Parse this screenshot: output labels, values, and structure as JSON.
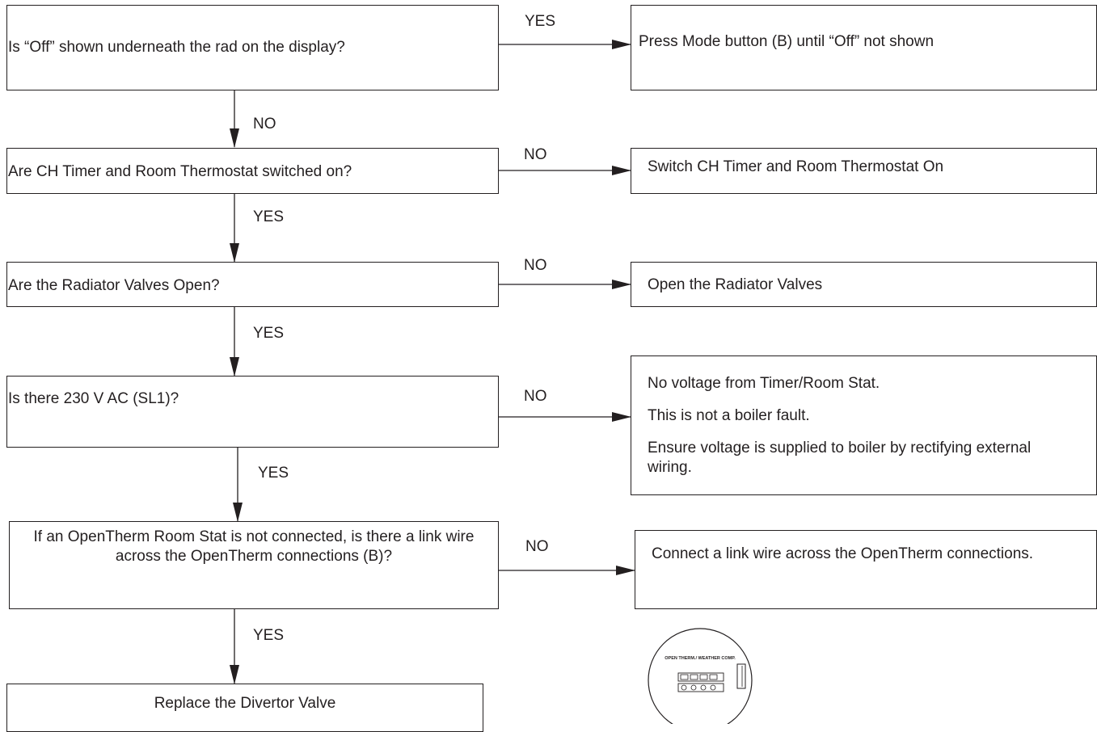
{
  "questions": [
    {
      "text": "Is “Off” shown underneath the rad on the display?"
    },
    {
      "text": "Are CH Timer and Room Thermostat switched on?"
    },
    {
      "text": "Are the Radiator Valves Open?"
    },
    {
      "text": "Is there 230 V AC (SL1)?"
    },
    {
      "text": "If an OpenTherm Room Stat is not connected, is there a link wire across the OpenTherm connections (B)?"
    }
  ],
  "final_action": {
    "text": "Replace the Divertor Valve"
  },
  "actions": [
    {
      "text": "Press Mode button (B) until “Off” not shown"
    },
    {
      "text": "Switch CH Timer and Room Thermostat On"
    },
    {
      "text": "Open the Radiator Valves"
    },
    {
      "lines": [
        "No voltage from Timer/Room Stat.",
        "This is not a boiler fault.",
        "Ensure voltage is supplied to boiler by rectifying external wiring."
      ]
    },
    {
      "text": "Connect a link wire across the OpenTherm connections."
    }
  ],
  "branch_labels": {
    "side": [
      "YES",
      "NO",
      "NO",
      "NO",
      "NO"
    ],
    "down": [
      "NO",
      "YES",
      "YES",
      "YES",
      "YES"
    ]
  },
  "inset": {
    "caption": "OPEN THERM./ WEATHER COMP."
  }
}
